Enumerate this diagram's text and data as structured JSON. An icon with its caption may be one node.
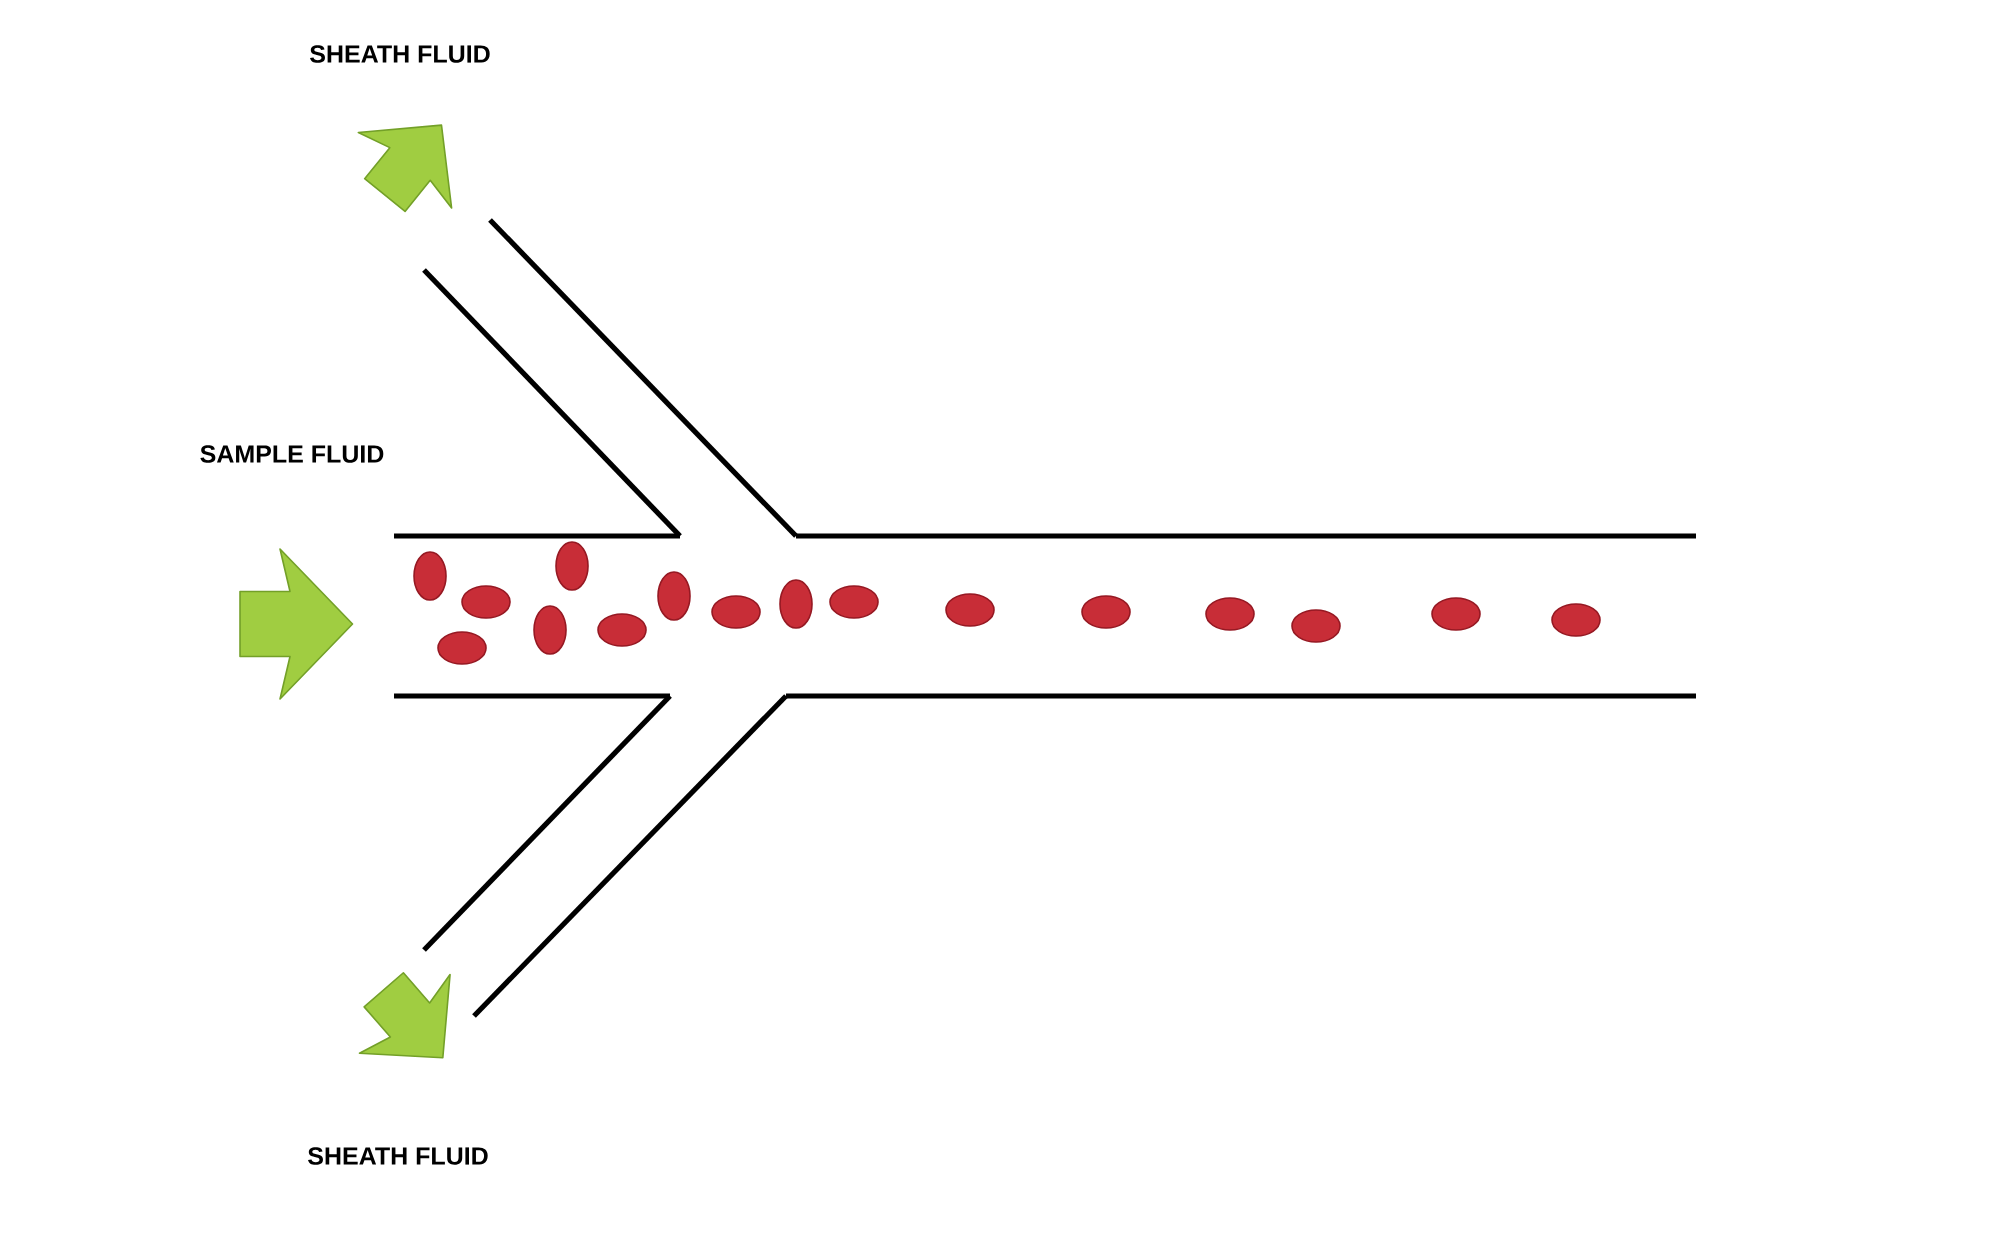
{
  "diagram": {
    "labels": [
      "SHEATH FLUID",
      "SAMPLE FLUID",
      "SHEATH FLUID"
    ]
  }
}
